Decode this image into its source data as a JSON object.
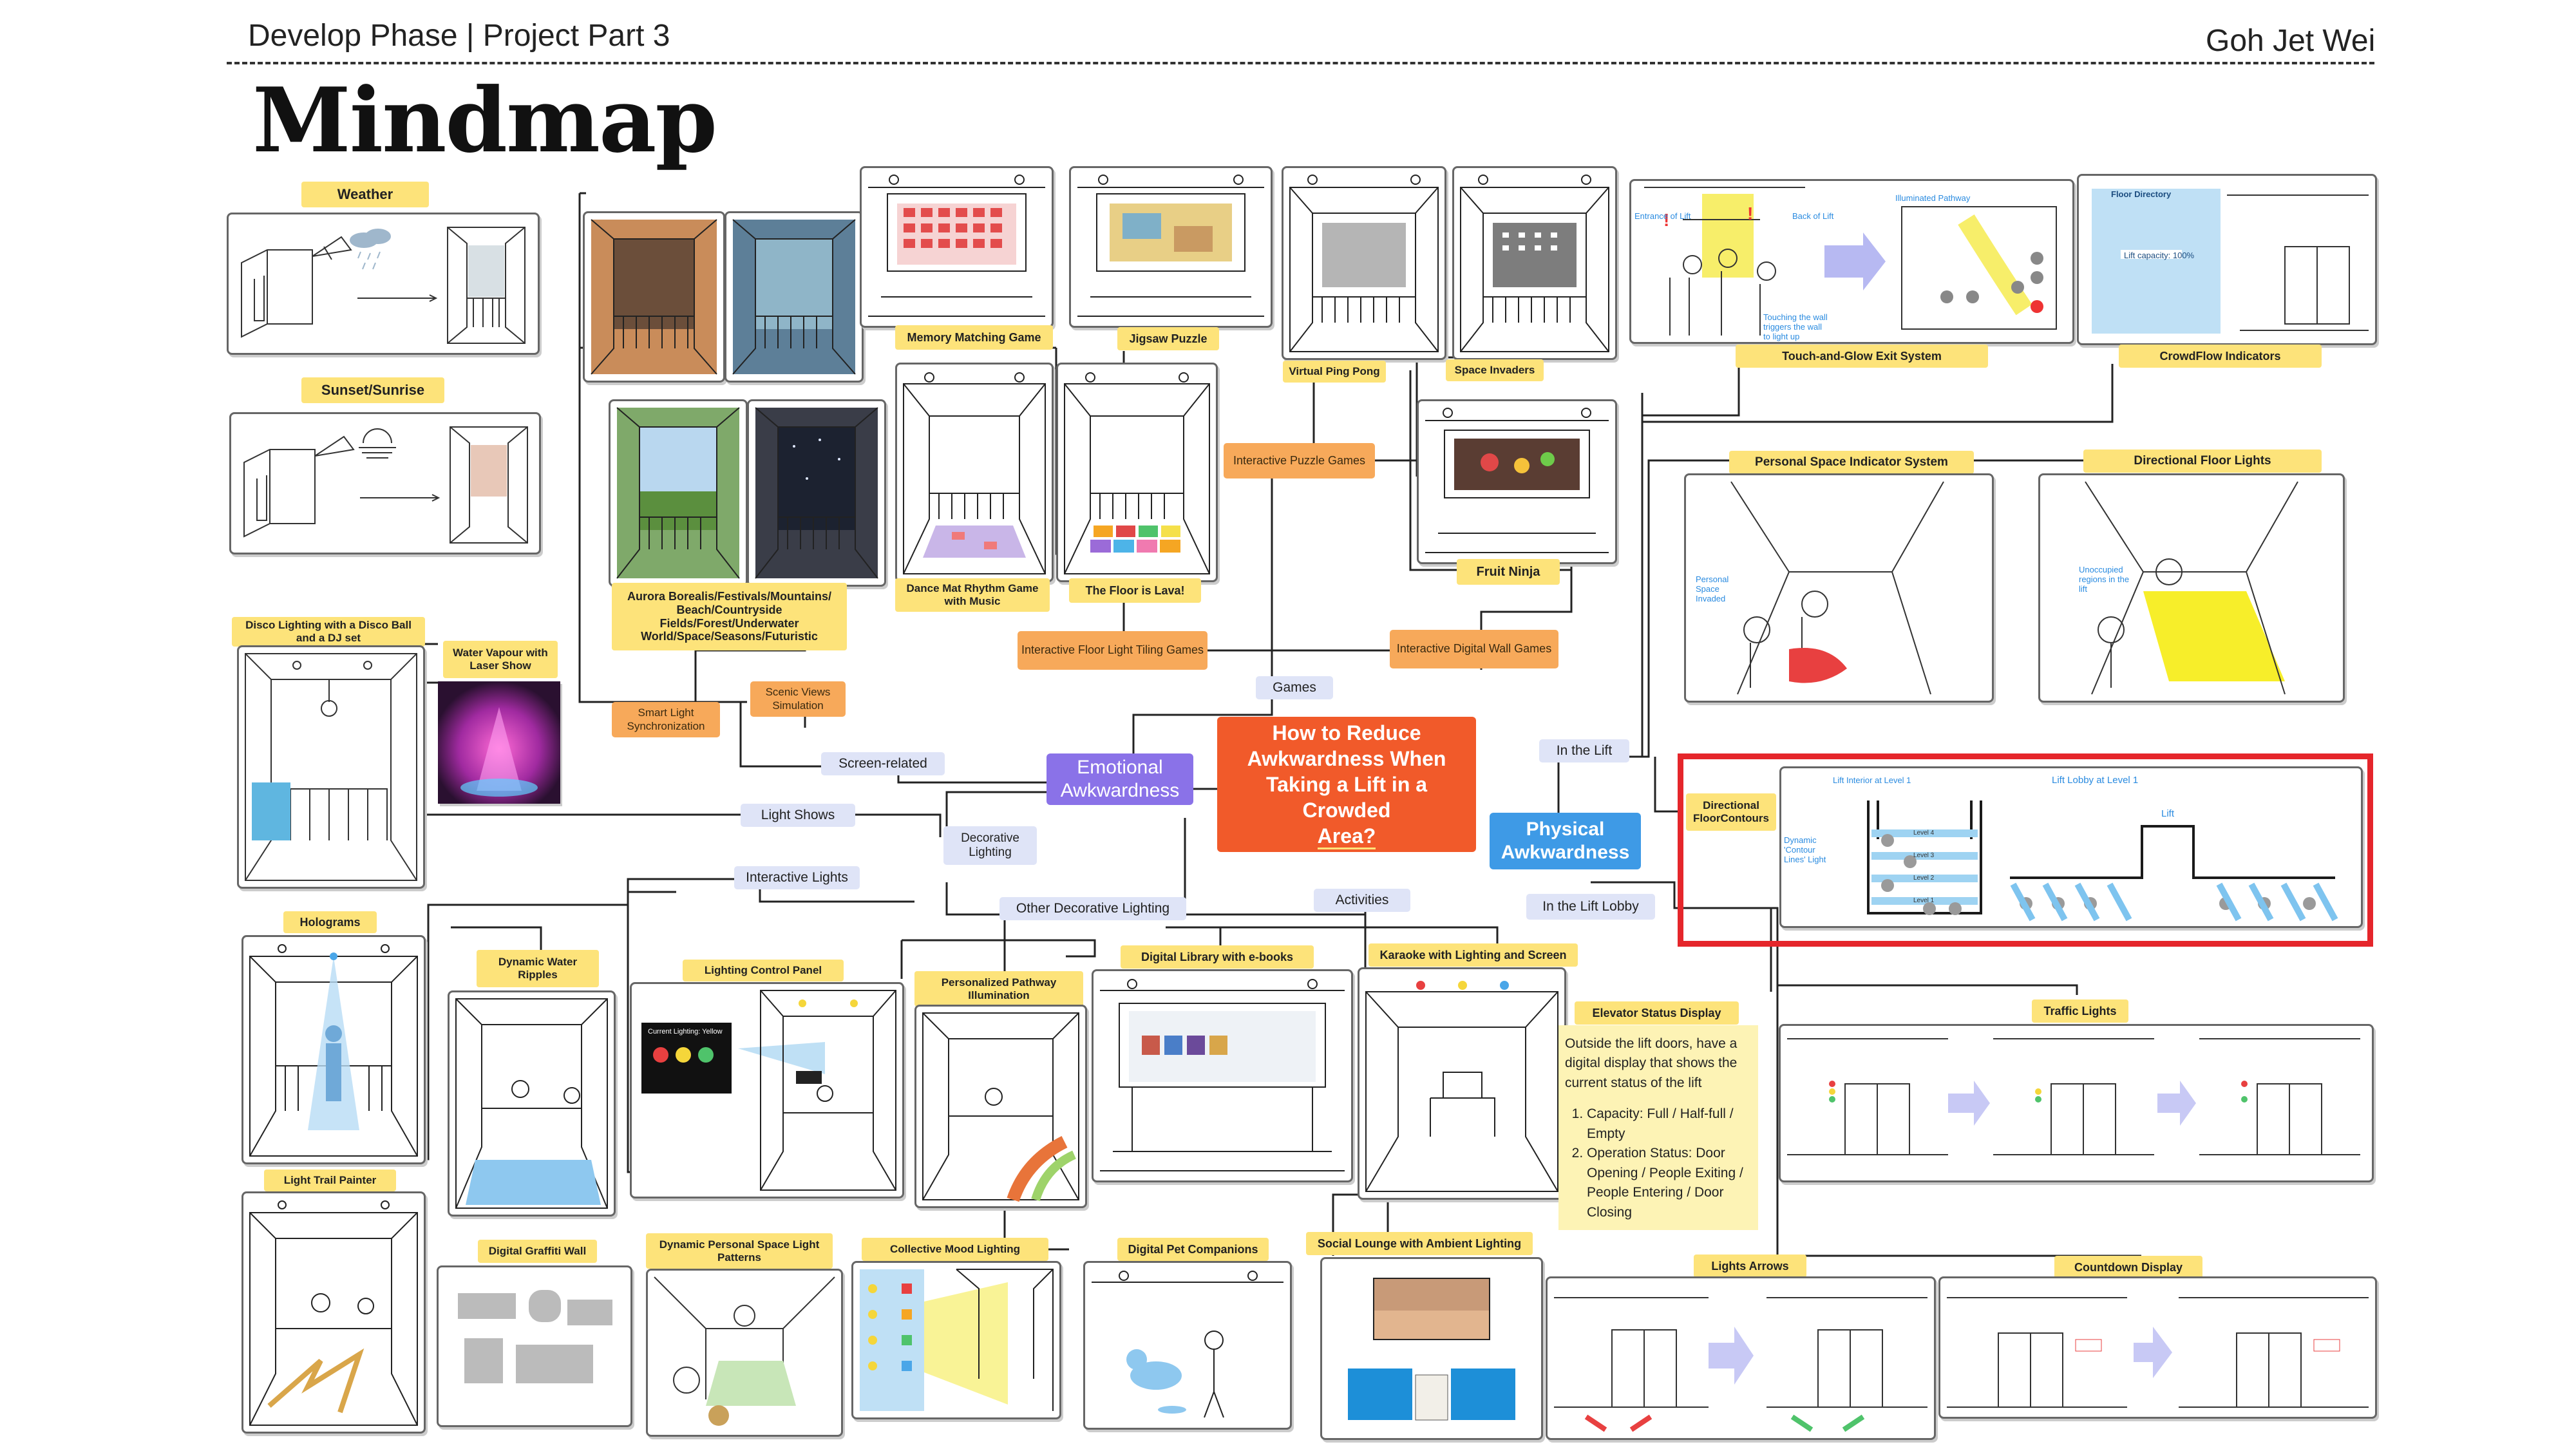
{
  "header": {
    "left": "Develop Phase | Project Part 3",
    "right": "Goh Jet Wei",
    "title": "Mindmap"
  },
  "central": {
    "line1": "How to Reduce",
    "line2": "Awkwardness When",
    "line3": "Taking a Lift in a Crowded",
    "line4": "Area?"
  },
  "branches": {
    "emotional": "Emotional Awkwardness",
    "physical": "Physical Awkwardness"
  },
  "nodes": {
    "games": "Games",
    "screen_related": "Screen-related",
    "decorative_lighting": "Decorative Lighting",
    "light_shows": "Light Shows",
    "interactive_lights": "Interactive Lights",
    "other_decorative_lighting": "Other Decorative Lighting",
    "activities": "Activities",
    "in_the_lift": "In the Lift",
    "in_the_lift_lobby": "In the Lift Lobby",
    "smart_light_sync": "Smart Light Synchronization",
    "scenic_views": "Scenic Views Simulation",
    "interactive_puzzle": "Interactive Puzzle Games",
    "interactive_floor": "Interactive Floor Light Tiling Games",
    "interactive_wall": "Interactive Digital Wall Games"
  },
  "labels": {
    "weather": "Weather",
    "sunset": "Sunset/Sunrise",
    "aurora": "Aurora Borealis/Festivals/Mountains/ Beach/Countryside Fields/Forest/Underwater World/Space/Seasons/Futuristic",
    "disco": "Disco Lighting with a Disco Ball and a DJ set",
    "water_vapour": "Water Vapour with Laser Show",
    "memory": "Memory Matching Game",
    "jigsaw": "Jigsaw Puzzle",
    "ping_pong": "Virtual Ping Pong",
    "space_invaders": "Space Invaders",
    "dance_mat": "Dance Mat Rhythm Game with Music",
    "floor_lava": "The Floor is Lava!",
    "fruit_ninja": "Fruit Ninja",
    "touch_glow": "Touch-and-Glow Exit System",
    "crowdflow": "CrowdFlow Indicators",
    "personal_space": "Personal Space Indicator System",
    "directional_floor": "Directional Floor Lights",
    "directional_contours": "Directional FloorContours",
    "holograms": "Holograms",
    "light_trail": "Light Trail Painter",
    "dynamic_water": "Dynamic Water Ripples",
    "lighting_panel": "Lighting Control Panel",
    "personalized_path": "Personalized Pathway Illumination",
    "digital_library": "Digital Library with e-books",
    "karaoke": "Karaoke with Lighting and Screen",
    "elevator_status": "Elevator Status Display",
    "traffic_lights": "Traffic Lights",
    "graffiti": "Digital Graffiti Wall",
    "dyn_personal": "Dynamic Personal Space Light Patterns",
    "collective_mood": "Collective Mood Lighting",
    "pet": "Digital Pet Companions",
    "social_lounge": "Social Lounge with Ambient Lighting",
    "lights_arrows": "Lights Arrows",
    "countdown": "Countdown Display"
  },
  "elevator_note": {
    "intro": "Outside the lift doors, have a digital display that shows the current status of the lift",
    "items": [
      "Capacity: Full / Half-full / Empty",
      "Operation Status: Door Opening / People Exiting / People Entering / Door Closing"
    ]
  },
  "annotations": {
    "interior_label": "Lift Interior at Level 1",
    "lobby_label": "Lift Lobby at Level 1",
    "lift_word": "Lift",
    "contour_note": "Dynamic 'Contour Lines' Light",
    "level_rows": [
      "Level 4",
      "Level 3",
      "Level 2",
      "Level 1"
    ],
    "tg_entrance": "Entrance of Lift",
    "tg_back": "Back of Lift",
    "tg_path": "Illuminated Pathway",
    "tg_touch": "Touching the wall triggers the wall to light up",
    "ps_note": "Personal Space Invaded",
    "df_note": "Unoccupied regions in the lift",
    "panel_text": "Current Lighting: Yellow",
    "floor_directory": "Floor Directory",
    "lift_capacity": "Lift capacity: 100%"
  },
  "colors": {
    "central": "#f15a2a",
    "purple": "#8a72e8",
    "blue": "#3e9ae6",
    "yellow": "#fde37a",
    "orange": "#f7a95a",
    "red_frame": "#e5262b"
  }
}
